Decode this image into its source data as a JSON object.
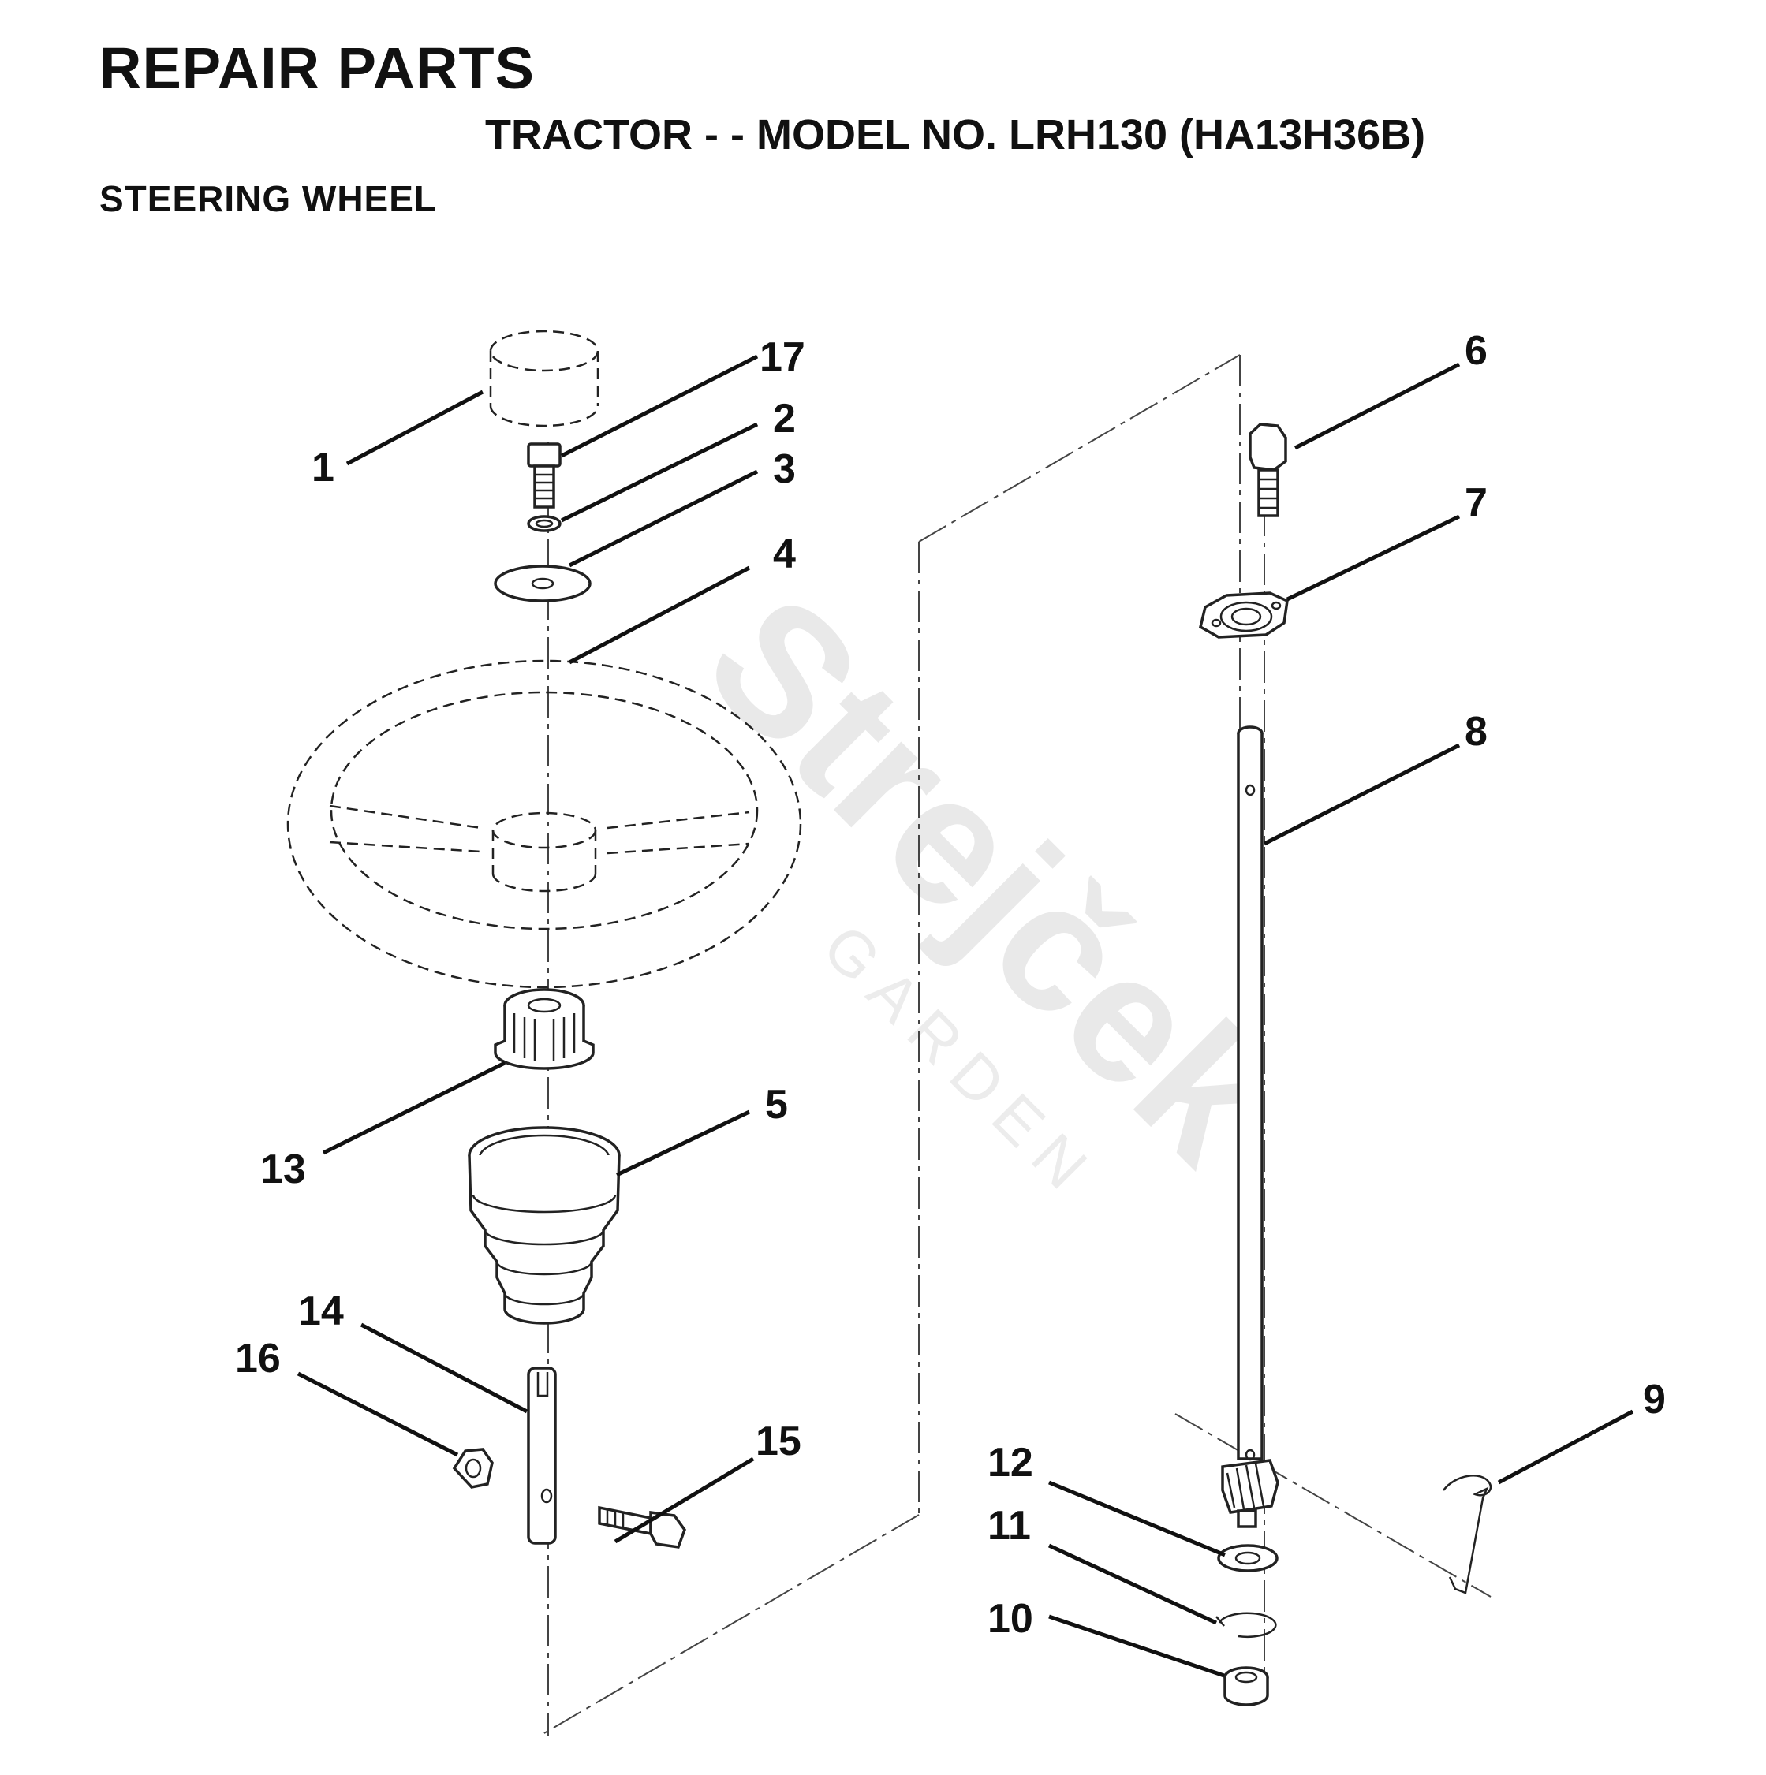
{
  "header": {
    "title": "REPAIR PARTS",
    "subtitle": "TRACTOR - - MODEL NO. LRH130 (HA13H36B)",
    "section": "STEERING WHEEL"
  },
  "watermark": {
    "brand": "Strejček",
    "sub": "GARDEN"
  },
  "callouts": {
    "p1": "1",
    "p2": "2",
    "p3": "3",
    "p4": "4",
    "p5": "5",
    "p6": "6",
    "p7": "7",
    "p8": "8",
    "p9": "9",
    "p10": "10",
    "p11": "11",
    "p12": "12",
    "p13": "13",
    "p14": "14",
    "p15": "15",
    "p16": "16",
    "p17": "17"
  }
}
